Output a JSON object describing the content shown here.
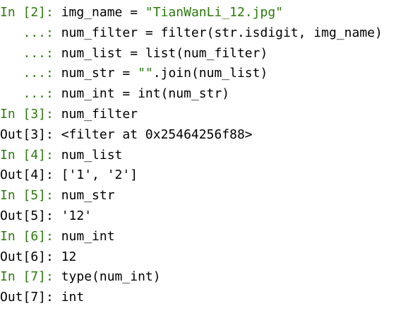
{
  "colors": {
    "prompt_in": "#2b7a0b",
    "string_literal": "#2b7a0b",
    "text": "#000000",
    "background": "#ffffff"
  },
  "lines": [
    {
      "kind": "in",
      "prompt": "In [2]: ",
      "pre": "img_name = ",
      "str": "\"TianWanLi_12.jpg\"",
      "post": ""
    },
    {
      "kind": "cont",
      "prompt": "   ...: ",
      "pre": "num_filter = filter(str.isdigit, img_name)",
      "str": "",
      "post": ""
    },
    {
      "kind": "cont",
      "prompt": "   ...: ",
      "pre": "num_list = list(num_filter)",
      "str": "",
      "post": ""
    },
    {
      "kind": "cont",
      "prompt": "   ...: ",
      "pre": "num_str = ",
      "str": "\"\"",
      "post": ".join(num_list)"
    },
    {
      "kind": "cont",
      "prompt": "   ...: ",
      "pre": "num_int = int(num_str)",
      "str": "",
      "post": ""
    },
    {
      "kind": "in",
      "prompt": "In [3]: ",
      "pre": "num_filter",
      "str": "",
      "post": ""
    },
    {
      "kind": "out",
      "prompt": "Out[3]: ",
      "pre": "<filter at 0x25464256f88>",
      "str": "",
      "post": ""
    },
    {
      "kind": "in",
      "prompt": "In [4]: ",
      "pre": "num_list",
      "str": "",
      "post": ""
    },
    {
      "kind": "out",
      "prompt": "Out[4]: ",
      "pre": "['1', '2']",
      "str": "",
      "post": ""
    },
    {
      "kind": "in",
      "prompt": "In [5]: ",
      "pre": "num_str",
      "str": "",
      "post": ""
    },
    {
      "kind": "out",
      "prompt": "Out[5]: ",
      "pre": "'12'",
      "str": "",
      "post": ""
    },
    {
      "kind": "in",
      "prompt": "In [6]: ",
      "pre": "num_int",
      "str": "",
      "post": ""
    },
    {
      "kind": "out",
      "prompt": "Out[6]: ",
      "pre": "12",
      "str": "",
      "post": ""
    },
    {
      "kind": "in",
      "prompt": "In [7]: ",
      "pre": "type(num_int)",
      "str": "",
      "post": ""
    },
    {
      "kind": "out",
      "prompt": "Out[7]: ",
      "pre": "int",
      "str": "",
      "post": ""
    }
  ]
}
